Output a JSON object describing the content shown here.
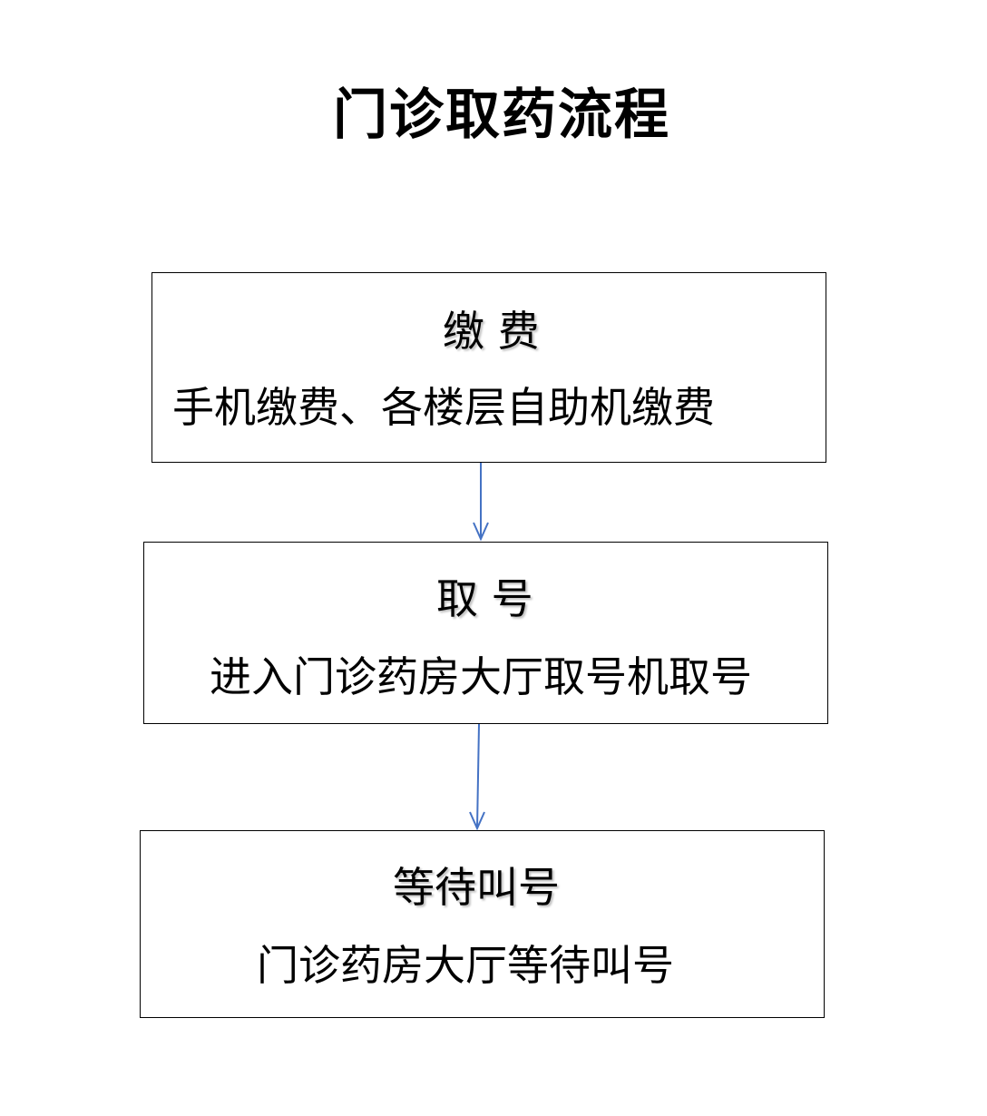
{
  "title": "门诊取药流程",
  "steps": [
    {
      "heading": "缴 费",
      "detail": "手机缴费、各楼层自助机缴费"
    },
    {
      "heading": "取 号",
      "detail": "进入门诊药房大厅取号机取号"
    },
    {
      "heading": "等待叫号",
      "detail": "门诊药房大厅等待叫号"
    }
  ],
  "colors": {
    "arrow": "#4472c4",
    "border": "#000000"
  }
}
